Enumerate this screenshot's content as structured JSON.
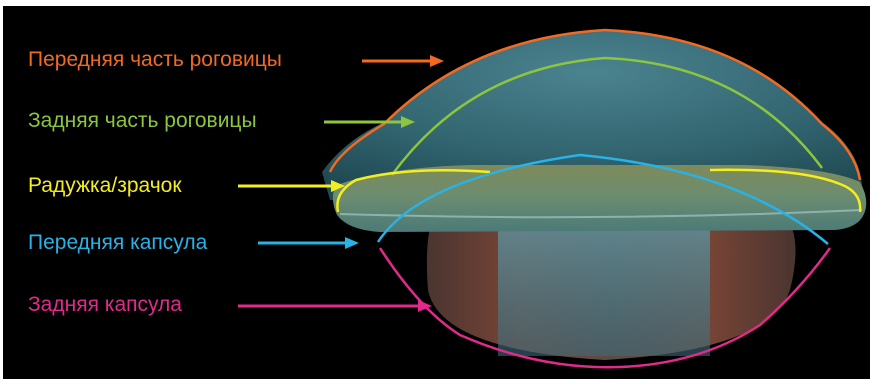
{
  "labels": [
    {
      "text": "Передняя часть роговицы",
      "color": "#f26a21"
    },
    {
      "text": "Задняя часть роговицы",
      "color": "#8cc63e"
    },
    {
      "text": "Радужка/зрачок",
      "color": "#f4ee1f"
    },
    {
      "text": "Передняя капсула",
      "color": "#29b2e6"
    },
    {
      "text": "Задняя капсула",
      "color": "#e02a8c"
    }
  ],
  "colors": {
    "background": "#000000",
    "cornea_fill": "#3f7884",
    "iris_fill": "#5f8a6e",
    "lens_fill": "#6a4a3e",
    "curve_colors": [
      "#f26a21",
      "#8cc63e",
      "#f4ee1f",
      "#29b2e6",
      "#e02a8c"
    ]
  }
}
